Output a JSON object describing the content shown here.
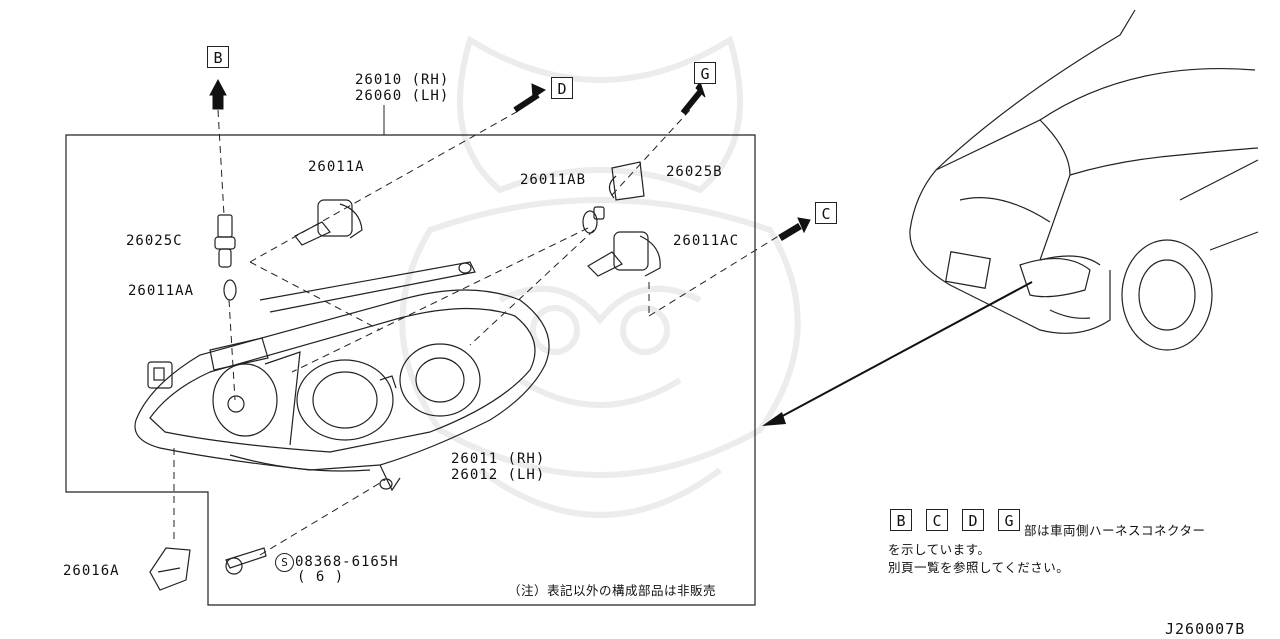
{
  "diagram_code": "J260007B",
  "labels": {
    "headlamp_assy_rh": "26010 (RH)",
    "headlamp_assy_lh": "26060 (LH)",
    "bulb_26011a": "26011A",
    "bulb_26011ab": "26011AB",
    "socket_26025b": "26025B",
    "socket_26025c": "26025C",
    "bulb_26011ac": "26011AC",
    "bulb_26011aa": "26011AA",
    "lamp_rh": "26011 (RH)",
    "lamp_lh": "26012 (LH)",
    "bracket_26016a": "26016A",
    "screw_part": "08368-6165H",
    "screw_qty": "( 6 )",
    "screw_symbol": "S"
  },
  "connectors": {
    "b": "B",
    "c": "C",
    "d": "D",
    "g": "G"
  },
  "notes": {
    "not_sold": "（注）表記以外の構成部品は非販売",
    "harness_line1": "部は車両側ハーネスコネクター",
    "harness_line2": "を示しています。",
    "harness_line3": "別頁一覧を参照してください。"
  }
}
